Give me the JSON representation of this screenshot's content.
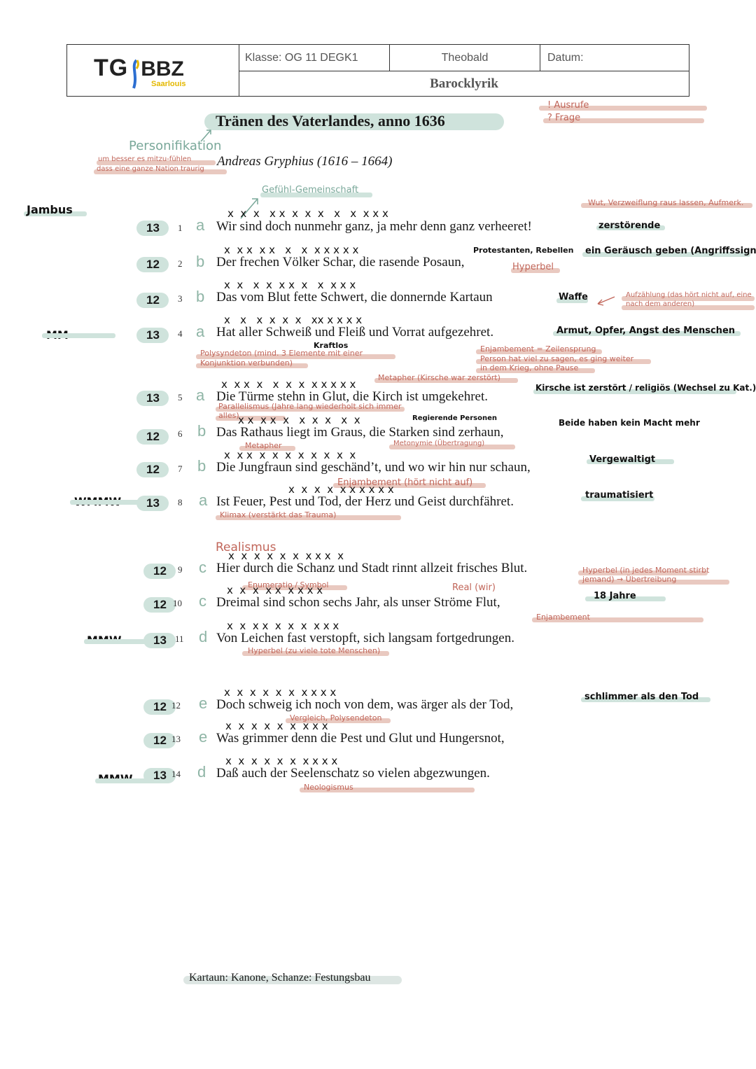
{
  "header": {
    "logo_main": "TG",
    "logo_bbz": "BBZ",
    "logo_sub": "Saarlouis",
    "klasse": "Klasse: OG 11 DEGK1",
    "teacher": "Theobald",
    "datum": "Datum:",
    "topic": "Barocklyrik"
  },
  "title": "Tränen des Vaterlandes, anno 1636",
  "author": "Andreas Gryphius (1616 – 1664)",
  "top_right_notes": [
    "! Ausrufe",
    "? Frage"
  ],
  "side_notes": {
    "personifikation": "Personifikation",
    "personifikation_desc_1": "um besser es mitzu-fühlen",
    "personifikation_desc_2": "dass eine ganze Nation traurig",
    "gefuehl": "Gefühl-Gemeinschaft",
    "jambus": "Jambus",
    "wut": "Wut, Verzweiflung raus lassen, Aufmerk.",
    "realismus": "Realismus"
  },
  "stanzas": [
    {
      "lines": [
        {
          "n": "1",
          "syl": "13",
          "rhyme": "a",
          "text": "Wir sind doch nunmehr ganz, ja mehr denn ganz verheeret!",
          "xs": "x  x  x   x x  x  x  x   x   x  x x x",
          "right": "zerstörende",
          "left": ""
        },
        {
          "n": "2",
          "syl": "12",
          "rhyme": "b",
          "text": "Der frechen Völker Schar, die rasende Posaun,",
          "xs": "x  x x  x x   x   x  x x x x x",
          "right": "ein Geräusch geben (Angriffssignal)",
          "left": ""
        },
        {
          "n": "3",
          "syl": "12",
          "rhyme": "b",
          "text": "Das vom Blut fette Schwert, die donnernde Kartaun",
          "xs": "x  x   x  x  x x  x   x  x x x",
          "right": "Waffe",
          "left": ""
        },
        {
          "n": "4",
          "syl": "13",
          "rhyme": "a",
          "text": "Hat aller Schweiß und Fleiß und Vorrat aufgezehret.",
          "xs": "x   x   x  x  x  x   xx x x x x",
          "right": "Armut, Opfer, Angst des Menschen",
          "left": "MM"
        }
      ]
    },
    {
      "lines": [
        {
          "n": "5",
          "syl": "13",
          "rhyme": "a",
          "text": "Die Türme stehn in Glut, die Kirch ist umgekehret.",
          "xs": "x  x x  x   x  x  x  x x x x x",
          "right": "Kirsche ist zerstört / religiös (Wechsel zu Kat.)",
          "left": ""
        },
        {
          "n": "6",
          "syl": "12",
          "rhyme": "b",
          "text": "Das Rathaus liegt im Graus, die Starken sind zerhaun,",
          "xs": "x x  x x  x   x  x  x   x  x",
          "right": "Beide haben kein Macht mehr",
          "left": ""
        },
        {
          "n": "7",
          "syl": "12",
          "rhyme": "b",
          "text": "Die Jungfraun sind geschänd’t, und wo wir hin nur schaun,",
          "xs": "x  x x  x  x  x  x  x  x  x  x",
          "right": "Vergewaltigt",
          "left": ""
        },
        {
          "n": "8",
          "syl": "13",
          "rhyme": "a",
          "text": "Ist Feuer, Pest und Tod, der Herz und Geist durchfähret.",
          "xs": "x  x  x  x  x x x x x x",
          "right": "traumatisiert",
          "left": "WMMW"
        }
      ]
    },
    {
      "lines": [
        {
          "n": "9",
          "syl": "12",
          "rhyme": "c",
          "text": "Hier durch die Schanz und Stadt rinnt allzeit frisches Blut.",
          "xs": "x  x  x  x  x  x  x x x  x",
          "right": "18 Jahre",
          "left": ""
        },
        {
          "n": "10",
          "syl": "12",
          "rhyme": "c",
          "text": "Dreimal sind schon sechs Jahr, als unser Ströme Flut,",
          "xs": "x  x  x  x x  x x x x",
          "right": "",
          "left": ""
        },
        {
          "n": "11",
          "syl": "13",
          "rhyme": "d",
          "text": "Von Leichen fast verstopft, sich langsam fortgedrungen.",
          "xs": "x  x  x x  x  x  x  x x x",
          "right": "",
          "left": "MMW"
        }
      ]
    },
    {
      "lines": [
        {
          "n": "12",
          "syl": "12",
          "rhyme": "e",
          "text": "Doch schweig ich noch von dem, was ärger als der Tod,",
          "xs": "x  x  x  x  x  x  x x x x",
          "right": "schlimmer als den Tod",
          "left": ""
        },
        {
          "n": "13",
          "syl": "12",
          "rhyme": "e",
          "text": "Was grimmer denn die Pest und Glut und Hungersnot,",
          "xs": "x  x  x  x  x  x  x x x",
          "right": "",
          "left": ""
        },
        {
          "n": "14",
          "syl": "13",
          "rhyme": "d",
          "text": "Daß auch der Seelenschatz so vielen abgezwungen.",
          "xs": "x  x  x  x  x  x  x x x x",
          "right": "",
          "left": "MMW"
        }
      ]
    }
  ],
  "red_notes": {
    "protestanten": "Protestanten, Rebellen",
    "hyperbel1": "Hyperbel",
    "aufzaehlung": "Aufzählung (das hört nicht auf, eine nach dem anderen)",
    "kraftlos": "Kraftlos",
    "polysyndeton": "Polysyndeton (mind. 3 Elemente mit einer Konjunktion verbunden)",
    "enjambement1": "Enjambement = Zeilensprung",
    "enjambement1b": "Person hat viel zu sagen, es ging weiter",
    "enjambement1c": "in dem Krieg, ohne Pause",
    "metapher1": "Metapher (Kirsche war zerstört)",
    "parallelismus": "Parallelismus (Jahre lang wiederholt sich immer alles)",
    "regierende": "Regierende Personen",
    "metapher2": "Metapher",
    "metonymie": "Metonymie (Übertragung)",
    "enjambement2": "Enjambement (hört nicht auf)",
    "klimax": "Klimax (verstärkt das Trauma)",
    "hyperbel2": "Hyperbel (in jedes Moment stirbt jemand) → Übertreibung",
    "enumeratio": "Enumeratio / Symbol",
    "real": "Real (wir)",
    "enjambement3": "Enjambement",
    "hyperbel3": "Hyperbel (zu viele tote Menschen)",
    "vergleich": "Vergleich, Polysendeton",
    "neologismus": "Neologismus"
  },
  "footer": "Kartaun: Kanone,  Schanze: Festungsbau"
}
